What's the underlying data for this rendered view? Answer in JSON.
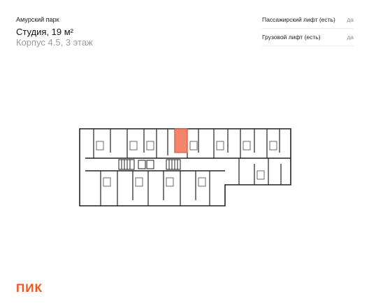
{
  "header": {
    "project": "Амурский парк",
    "title": "Студия, 19 м²",
    "subtitle": "Корпус 4.5, 3 этаж"
  },
  "lifts": [
    {
      "label": "Пассажирский лифт (есть)",
      "value": "да"
    },
    {
      "label": "Грузовой лифт (есть)",
      "value": "да"
    }
  ],
  "colors": {
    "highlight": "#f3856a",
    "brand": "#ff4f12",
    "wall": "#222222"
  },
  "logo": {
    "text": "ПИК"
  }
}
